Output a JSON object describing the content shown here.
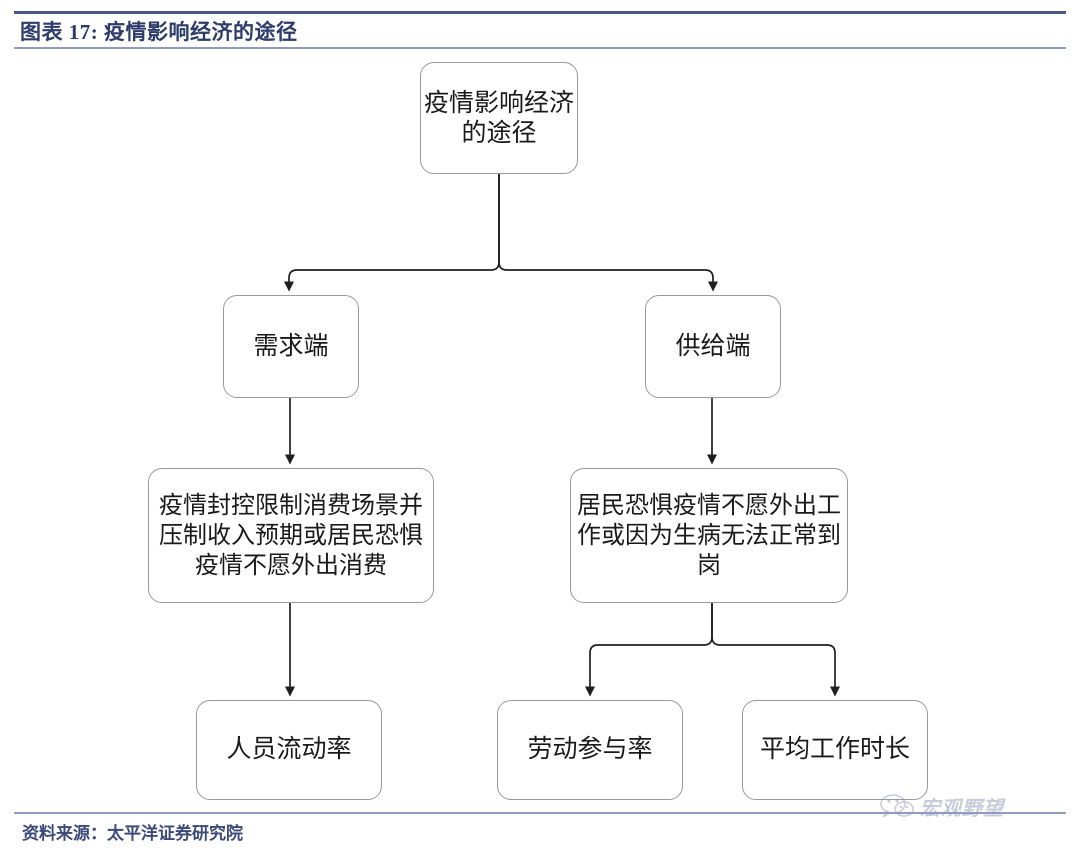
{
  "header": {
    "figure_label": "图表 17:",
    "title": "疫情影响经济的途径",
    "full_title": "图表 17:  疫情影响经济的途径"
  },
  "footer": {
    "source": "资料来源：太平洋证券研究院"
  },
  "watermark": {
    "icon": "wechat-icon",
    "text": "宏观野望"
  },
  "diagram": {
    "type": "flowchart",
    "orientation": "top-down",
    "nodes": {
      "root": "疫情影响经济的途径",
      "demand_side": "需求端",
      "supply_side": "供给端",
      "demand_detail": "疫情封控限制消费场景并压制收入预期或居民恐惧疫情不愿外出消费",
      "supply_detail": "居民恐惧疫情不愿外出工作或因为生病无法正常到岗",
      "leaf_mobility": "人员流动率",
      "leaf_participation": "劳动参与率",
      "leaf_hours": "平均工作时长"
    },
    "edges": [
      {
        "from": "root",
        "to": "demand_side",
        "style": "orthogonal-arrow"
      },
      {
        "from": "root",
        "to": "supply_side",
        "style": "orthogonal-arrow"
      },
      {
        "from": "demand_side",
        "to": "demand_detail",
        "style": "straight-arrow"
      },
      {
        "from": "supply_side",
        "to": "supply_detail",
        "style": "straight-arrow"
      },
      {
        "from": "demand_detail",
        "to": "leaf_mobility",
        "style": "straight-arrow"
      },
      {
        "from": "supply_detail",
        "to": "leaf_participation",
        "style": "orthogonal-arrow"
      },
      {
        "from": "supply_detail",
        "to": "leaf_hours",
        "style": "orthogonal-arrow"
      }
    ]
  },
  "colors": {
    "rule_dark": "#4a5885",
    "rule_light": "#8f9bbe",
    "title_text": "#2d3c6b",
    "node_border": "#9a9a9a",
    "node_fill": "#ffffff",
    "connector": "#1f1f1f"
  }
}
